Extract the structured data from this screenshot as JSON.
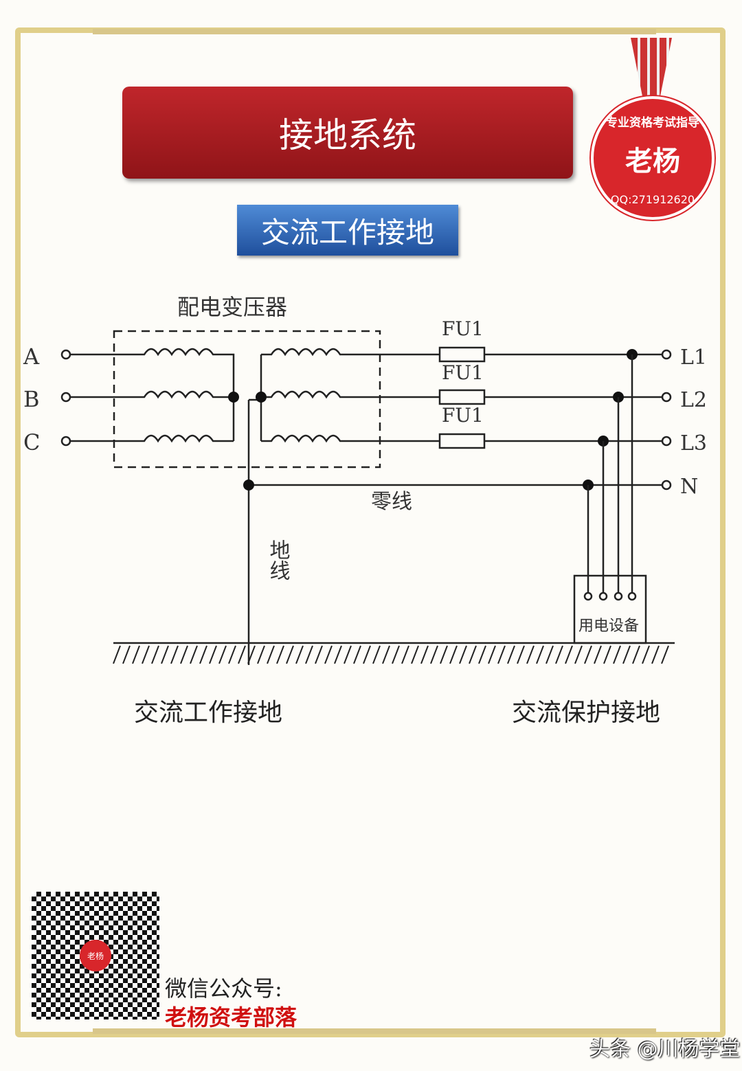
{
  "header": {
    "title": "接地系统",
    "subtitle": "交流工作接地"
  },
  "seal": {
    "name": "老杨",
    "arc_text": "专业资格考试指导",
    "qq": "QQ:271912620"
  },
  "diagram": {
    "transformer_label": "配电变压器",
    "inputs": [
      "A",
      "B",
      "C"
    ],
    "fuses": [
      "FU1",
      "FU1",
      "FU1"
    ],
    "outputs": [
      "L1",
      "L2",
      "L3",
      "N"
    ],
    "neutral_label": "零线",
    "ground_label": "地线",
    "device_label": "用电设备"
  },
  "captions": {
    "left": "交流工作接地",
    "right": "交流保护接地"
  },
  "footer": {
    "wechat_label": "微信公众号:",
    "account_name": "老杨资考部落",
    "qr_logo": "老杨",
    "watermark": "头条 @川杨学堂"
  },
  "colors": {
    "title_red": "#b01e23",
    "subtitle_blue": "#2f66b8",
    "seal_red": "#d8262b"
  }
}
